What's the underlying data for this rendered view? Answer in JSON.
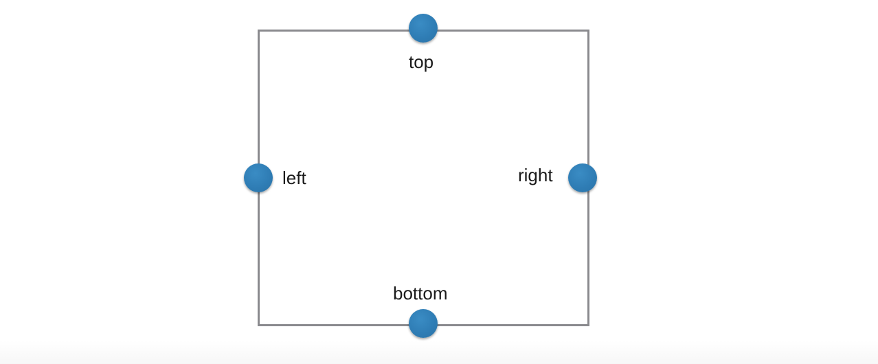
{
  "diagram": {
    "handles": [
      {
        "side": "top",
        "label": "top"
      },
      {
        "side": "left",
        "label": "left"
      },
      {
        "side": "right",
        "label": "right"
      },
      {
        "side": "bottom",
        "label": "bottom"
      }
    ],
    "colors": {
      "handle": "#2f7db5",
      "border": "#8a8a8e",
      "text": "#1a1a1a"
    }
  }
}
